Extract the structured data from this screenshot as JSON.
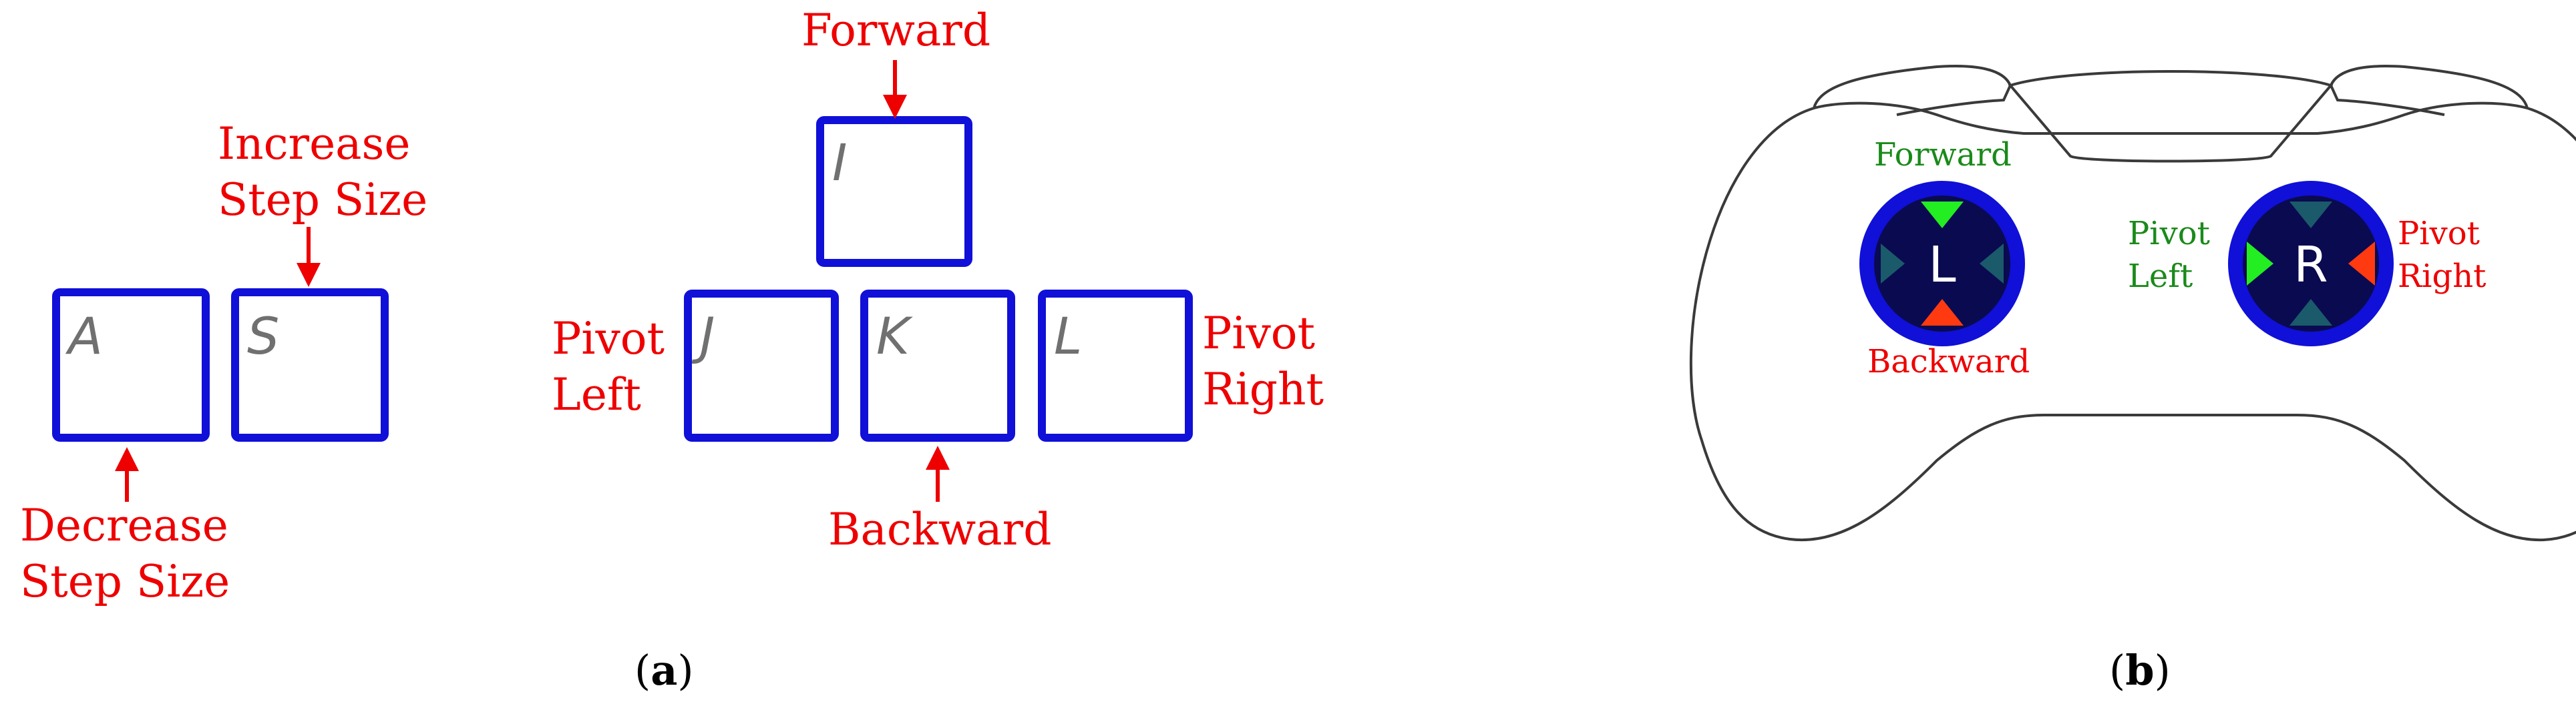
{
  "panel_a": {
    "keys": {
      "a": "A",
      "s": "S",
      "i": "I",
      "j": "J",
      "k": "K",
      "l": "L"
    },
    "labels": {
      "increase_line1": "Increase",
      "increase_line2": "Step Size",
      "decrease_line1": "Decrease",
      "decrease_line2": "Step Size",
      "forward": "Forward",
      "backward": "Backward",
      "pivot_left_line1": "Pivot",
      "pivot_left_line2": "Left",
      "pivot_right_line1": "Pivot",
      "pivot_right_line2": "Right"
    },
    "caption_open": "(",
    "caption_letter": "a",
    "caption_close": ")"
  },
  "panel_b": {
    "left_stick": "L",
    "right_stick": "R",
    "labels": {
      "forward": "Forward",
      "backward": "Backward",
      "pivot_left_line1": "Pivot",
      "pivot_left_line2": "Left",
      "pivot_right_line1": "Pivot",
      "pivot_right_line2": "Right"
    },
    "caption_open": "(",
    "caption_letter": "b",
    "caption_close": ")"
  },
  "colors": {
    "label_red": "#ee0000",
    "label_green": "#1a8a1a",
    "key_border": "#1010d8",
    "stick_ring": "#1010d8",
    "stick_face": "#0a0a50",
    "arrow_active_green": "#22ee22",
    "arrow_active_red": "#ff3a10",
    "arrow_inactive": "#1a5a6a"
  }
}
